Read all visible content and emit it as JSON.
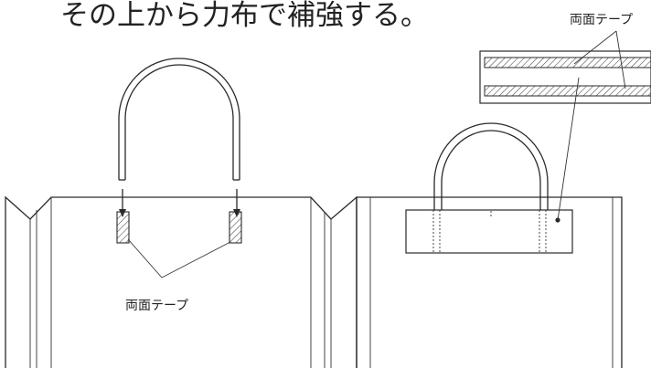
{
  "instruction_heading": "その上から力布で補強する。",
  "labels": {
    "tape_left": "両面テープ",
    "tape_right": "両面テープ"
  },
  "colors": {
    "line": "#2a2a2a",
    "hatch": "#444444",
    "background": "#ffffff"
  }
}
